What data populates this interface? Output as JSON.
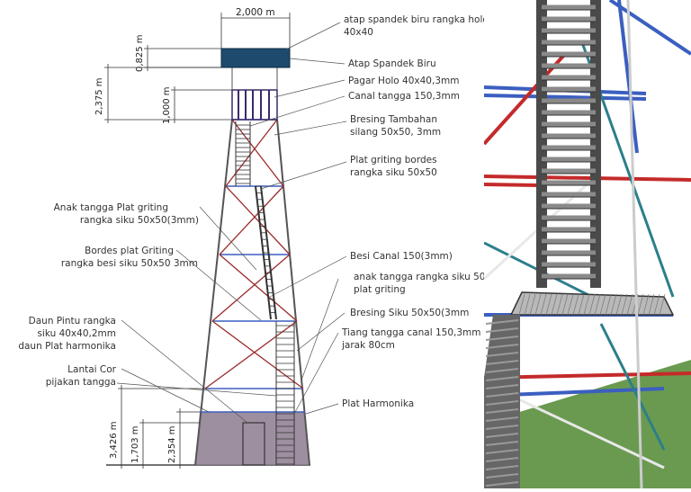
{
  "drawing": {
    "dimensions": {
      "top_width": "2,000 m",
      "roof_height": "0,825 m",
      "upper_height": "2,375 m",
      "railing_height": "1,000 m",
      "base_height": "3,426 m",
      "stair_base": "1,703 m",
      "door_height": "2,354 m"
    },
    "labels_right": [
      "atap spandek biru rangka holo",
      "40x40",
      "Atap Spandek Biru",
      "Pagar Holo 40x40,3mm",
      "Canal tangga 150,3mm",
      "Bresing Tambahan",
      "silang 50x50, 3mm",
      "Plat griting bordes",
      "rangka siku 50x50",
      "Besi Canal 150(3mm)",
      "anak tangga rangka siku 50",
      "plat griting",
      "Bresing Siku 50x50(3mm",
      "Tiang tangga canal 150,3mm",
      "jarak 80cm",
      "Plat Harmonika"
    ],
    "labels_left": [
      "Anak tangga Plat griting",
      "rangka siku 50x50(3mm)",
      "Bordes plat Griting",
      "rangka besi siku 50x50 3mm",
      "Daun Pintu rangka",
      "siku 40x40,2mm",
      "daun Plat harmonika",
      "Lantai Cor",
      "pijakan tangga"
    ]
  },
  "colors": {
    "roof": "#1e4a6e",
    "blue_member": "#3b5fc0",
    "red_member": "#9c2b2b",
    "frame": "#555555",
    "harmonika": "#8a7a8c",
    "ground": "#6a9a50"
  }
}
